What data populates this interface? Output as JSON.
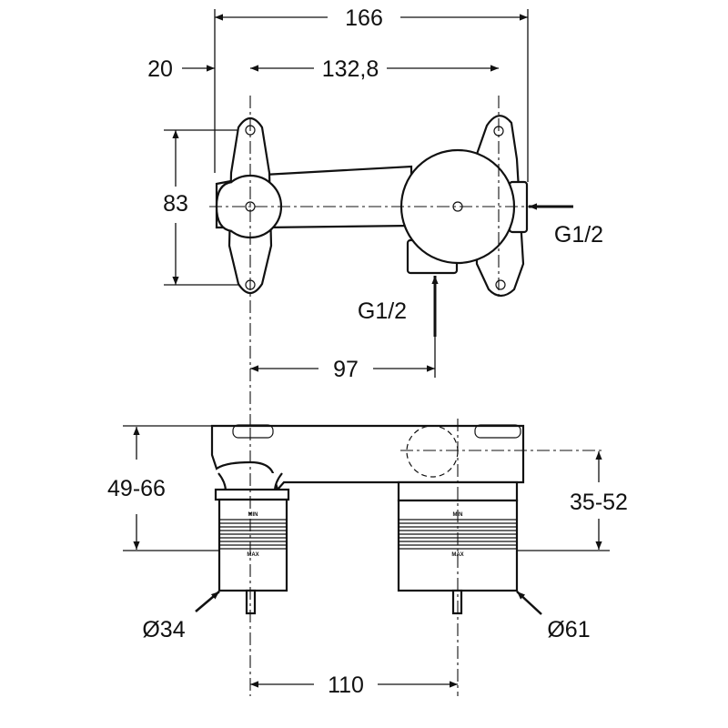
{
  "dimensions": {
    "overall_width": "166",
    "offset_left": "20",
    "hole_spacing": "132,8",
    "height_top": "83",
    "inlet_distance": "97",
    "depth_range_left": "49-66",
    "depth_range_right": "35-52",
    "diameter_small": "Ø34",
    "diameter_large": "Ø61",
    "center_distance": "110"
  },
  "connections": {
    "side_inlet": "G1/2",
    "bottom_inlet": "G1/2"
  },
  "markers": {
    "min": "MIN",
    "max": "MAX"
  }
}
